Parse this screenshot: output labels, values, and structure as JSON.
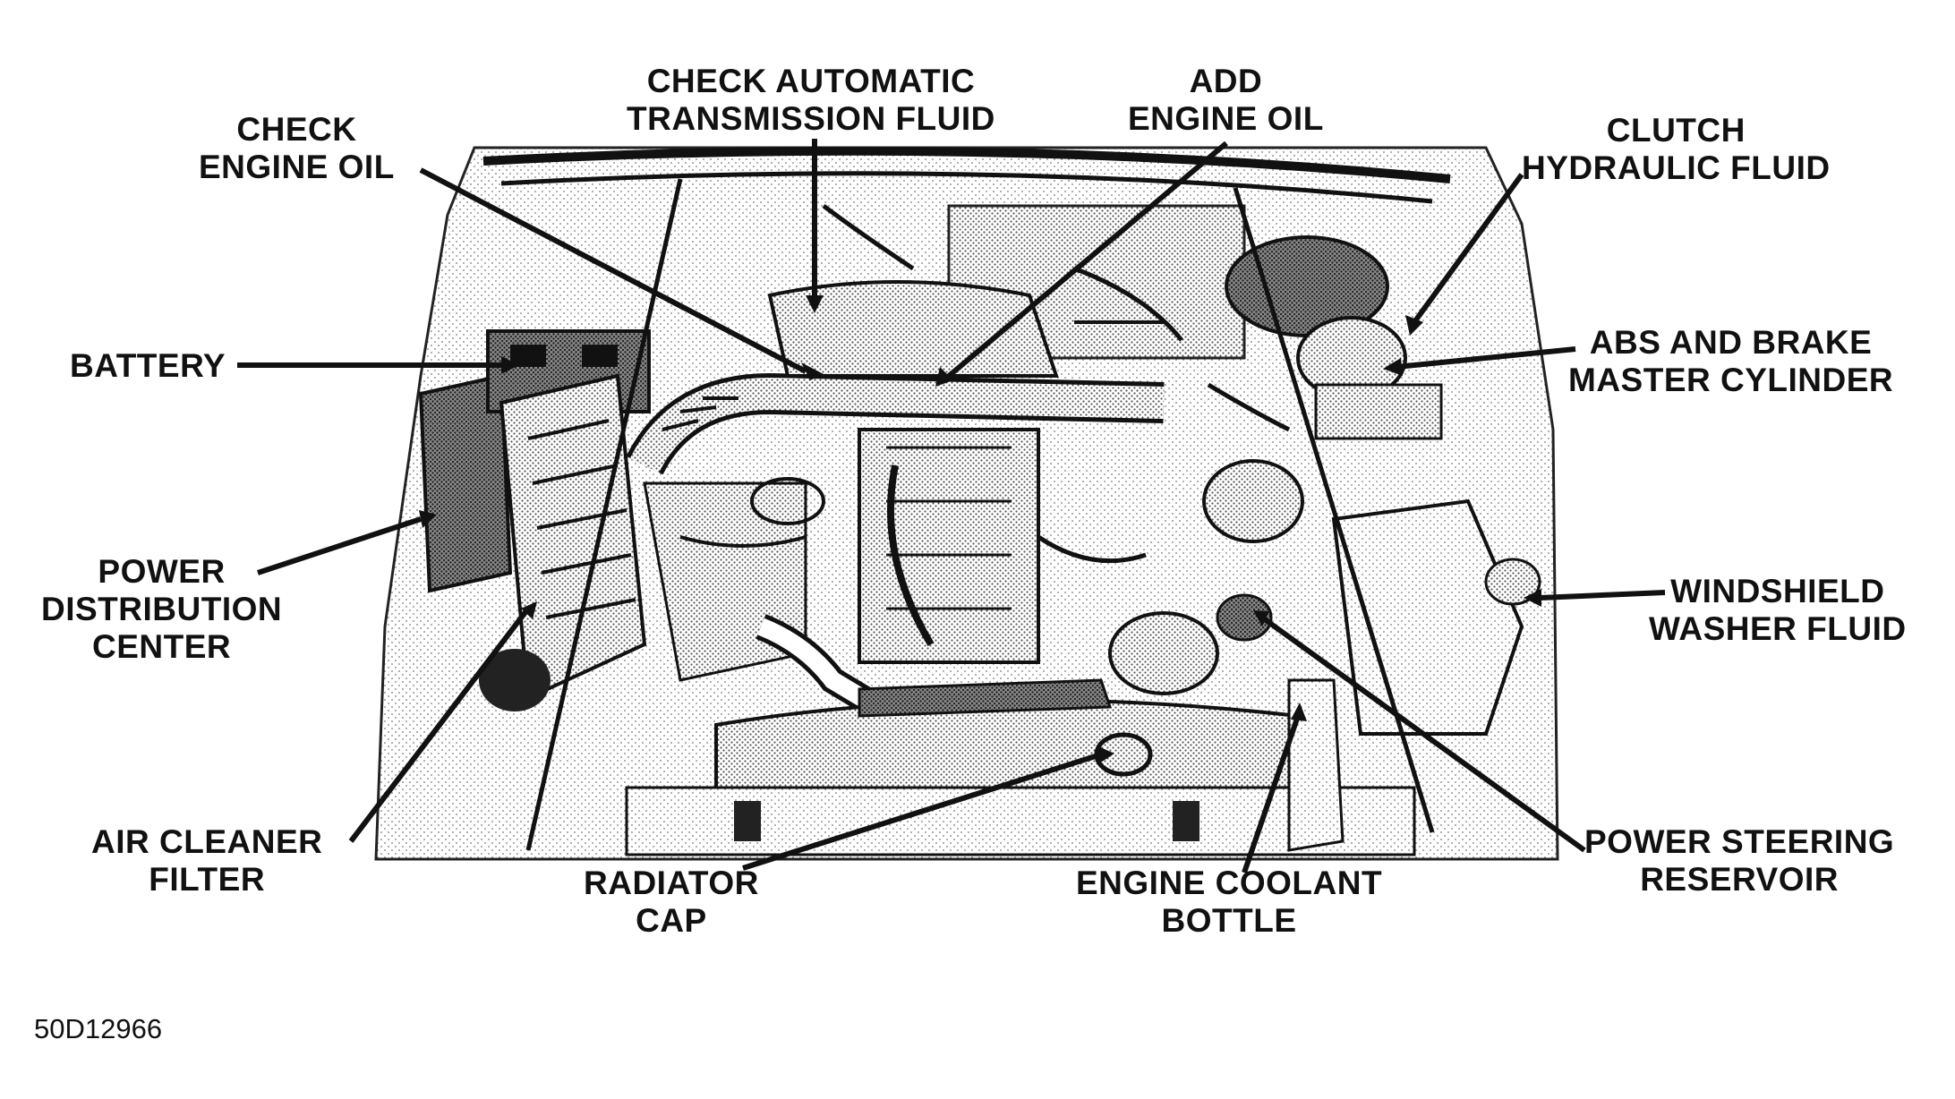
{
  "labels": {
    "check_trans": [
      "CHECK AUTOMATIC",
      "TRANSMISSION FLUID"
    ],
    "add_oil": [
      "ADD",
      "ENGINE OIL"
    ],
    "check_oil": [
      "CHECK",
      "ENGINE OIL"
    ],
    "clutch": [
      "CLUTCH",
      "HYDRAULIC FLUID"
    ],
    "battery": [
      "BATTERY"
    ],
    "abs": [
      "ABS AND BRAKE",
      "MASTER CYLINDER"
    ],
    "pdc": [
      "POWER",
      "DISTRIBUTION",
      "CENTER"
    ],
    "washer": [
      "WINDSHIELD",
      "WASHER FLUID"
    ],
    "air_cleaner": [
      "AIR CLEANER",
      "FILTER"
    ],
    "radiator": [
      "RADIATOR",
      "CAP"
    ],
    "coolant": [
      "ENGINE COOLANT",
      "BOTTLE"
    ],
    "steering": [
      "POWER STEERING",
      "RESERVOIR"
    ]
  },
  "figure_code": "50D12966"
}
